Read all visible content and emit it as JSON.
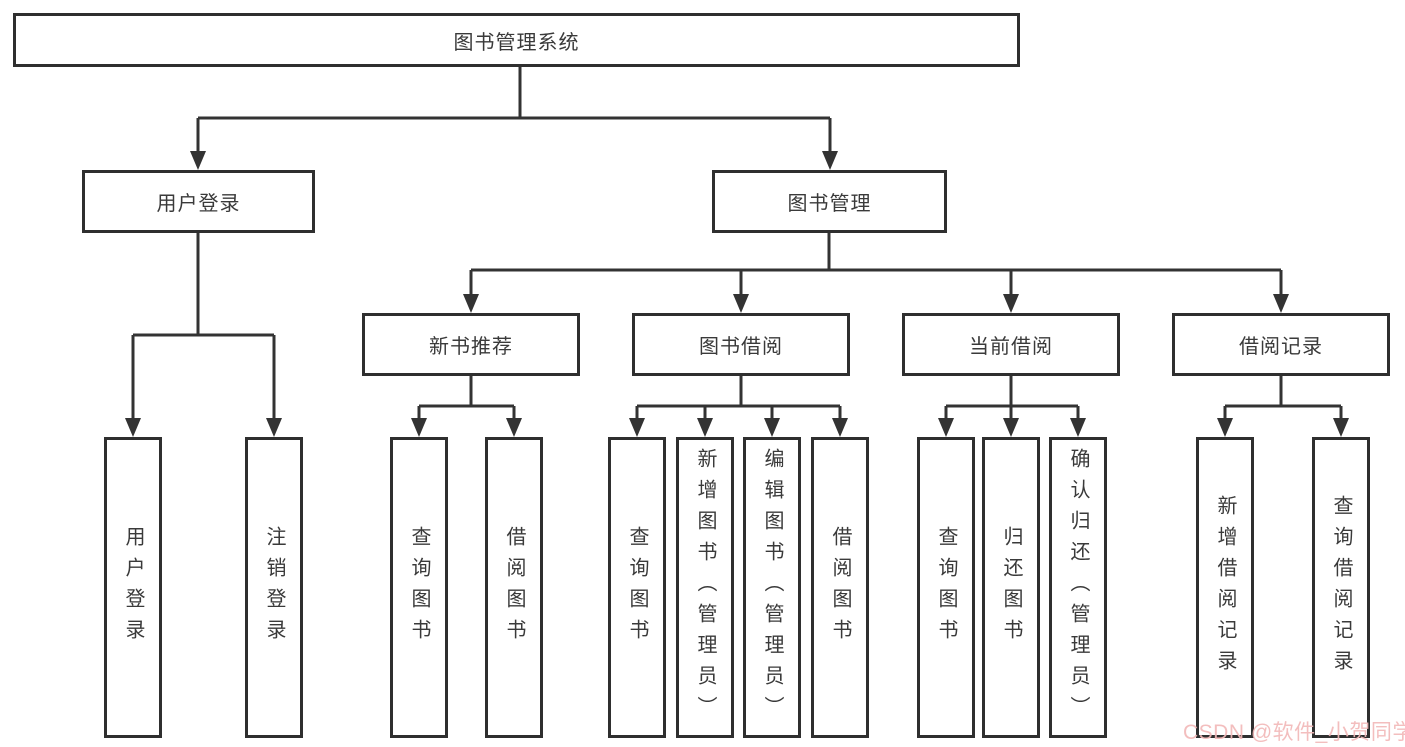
{
  "tree": {
    "root": {
      "label": "图书管理系统"
    },
    "branches": [
      {
        "label": "用户登录",
        "children": [
          {
            "label": "用户登录"
          },
          {
            "label": "注销登录"
          }
        ]
      },
      {
        "label": "图书管理",
        "children": [
          {
            "label": "新书推荐",
            "children": [
              {
                "label": "查询图书"
              },
              {
                "label": "借阅图书"
              }
            ]
          },
          {
            "label": "图书借阅",
            "children": [
              {
                "label": "查询图书"
              },
              {
                "label": "新增图书（管理员）"
              },
              {
                "label": "编辑图书（管理员）"
              },
              {
                "label": "借阅图书"
              }
            ]
          },
          {
            "label": "当前借阅",
            "children": [
              {
                "label": "查询图书"
              },
              {
                "label": "归还图书"
              },
              {
                "label": "确认归还（管理员）"
              }
            ]
          },
          {
            "label": "借阅记录",
            "children": [
              {
                "label": "新增借阅记录"
              },
              {
                "label": "查询借阅记录"
              }
            ]
          }
        ]
      }
    ]
  },
  "watermark": {
    "text": "CSDN @软件_小贺同学",
    "color": "#f2b8b8"
  },
  "colors": {
    "line": "#333333",
    "border": "#2f2f2f",
    "text": "#3a3a3a",
    "background": "#ffffff"
  }
}
